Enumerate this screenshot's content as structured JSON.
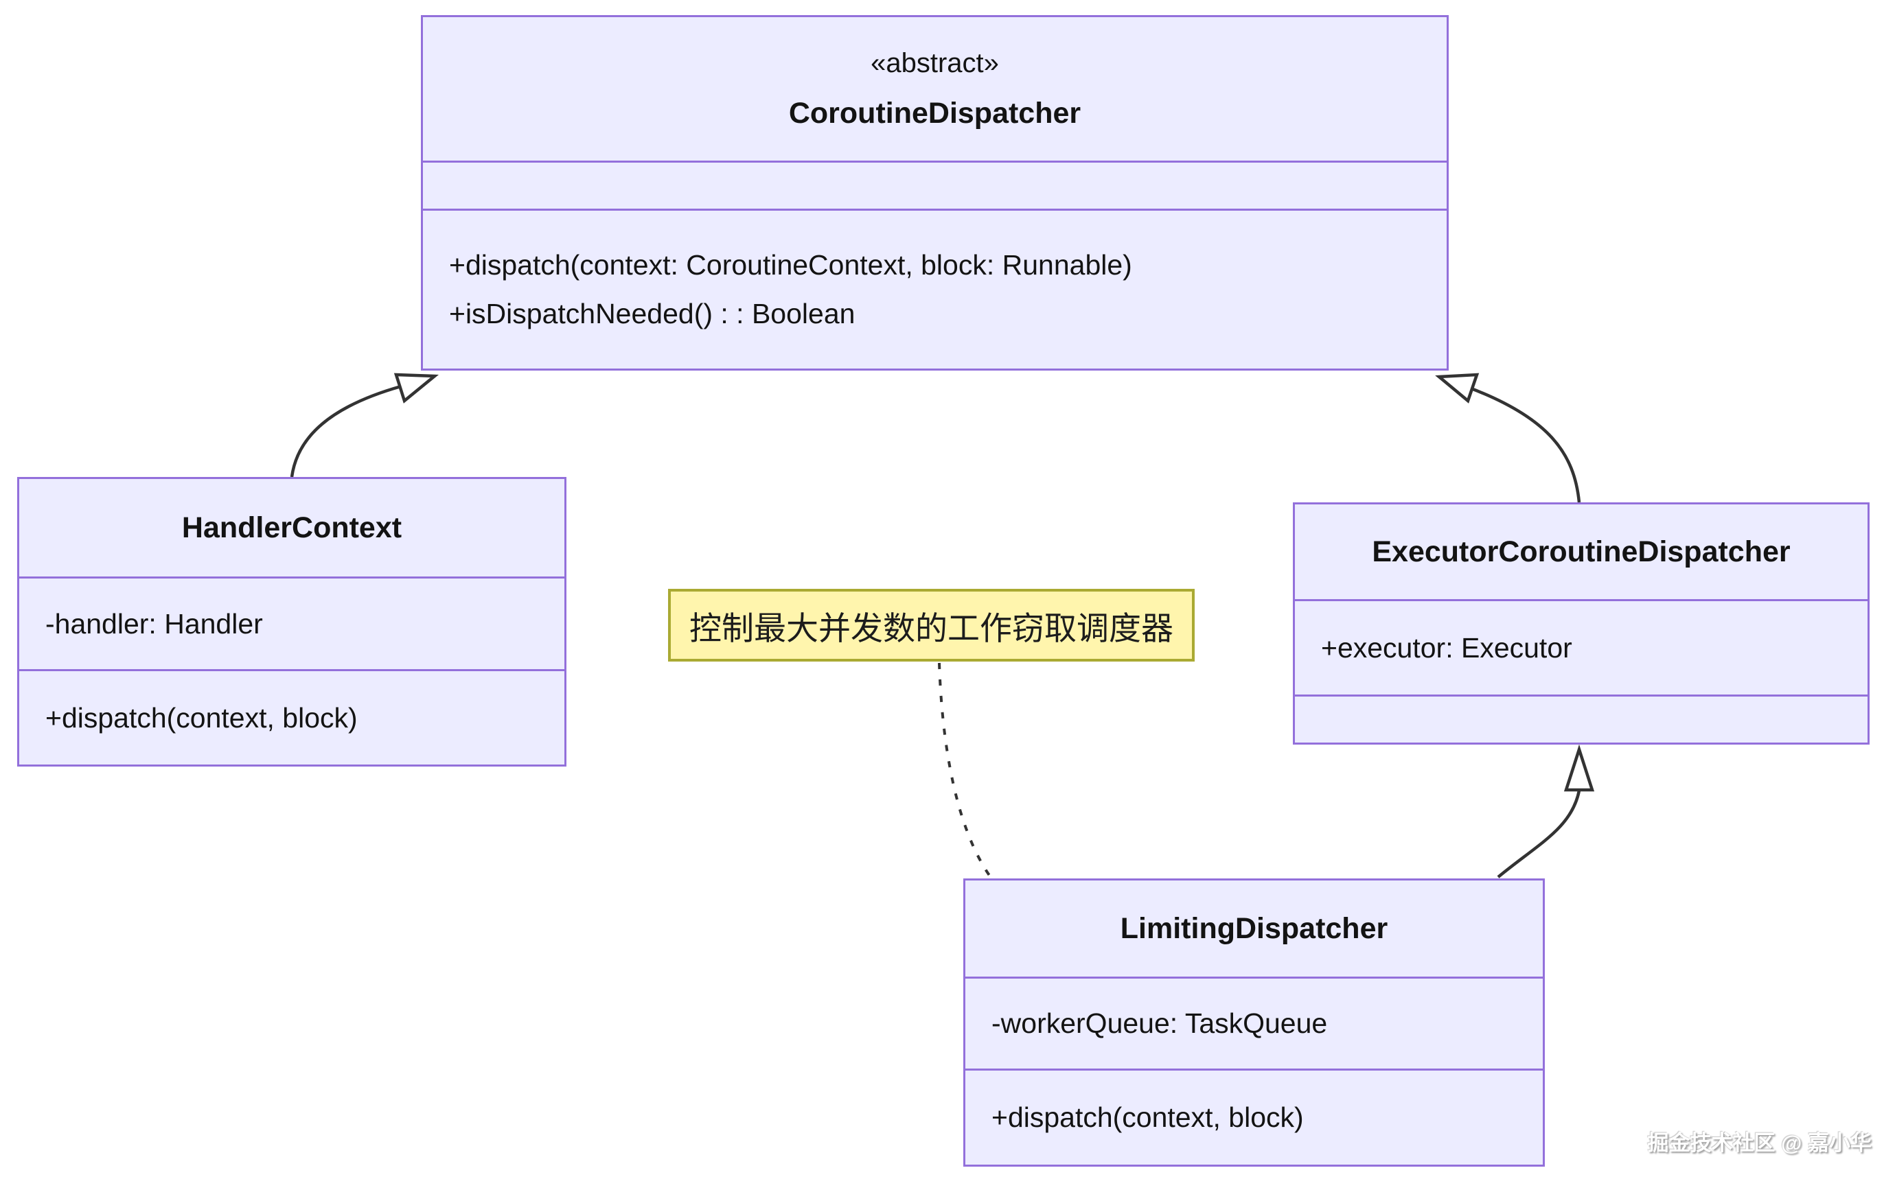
{
  "diagram": {
    "type": "uml-class-diagram",
    "classes": {
      "coroutine_dispatcher": {
        "stereotype": "«abstract»",
        "name": "CoroutineDispatcher",
        "attributes": [],
        "methods": [
          "+dispatch(context: CoroutineContext, block: Runnable)",
          "+isDispatchNeeded() : : Boolean"
        ]
      },
      "handler_context": {
        "name": "HandlerContext",
        "attributes": [
          "-handler: Handler"
        ],
        "methods": [
          "+dispatch(context, block)"
        ]
      },
      "executor_coroutine_dispatcher": {
        "name": "ExecutorCoroutineDispatcher",
        "attributes": [
          "+executor: Executor"
        ],
        "methods": []
      },
      "limiting_dispatcher": {
        "name": "LimitingDispatcher",
        "attributes": [
          "-workerQueue: TaskQueue"
        ],
        "methods": [
          "+dispatch(context, block)"
        ]
      }
    },
    "note": {
      "text": "控制最大并发数的工作窃取调度器",
      "attached_to": "LimitingDispatcher"
    },
    "relationships": [
      {
        "from": "HandlerContext",
        "to": "CoroutineDispatcher",
        "type": "extension"
      },
      {
        "from": "ExecutorCoroutineDispatcher",
        "to": "CoroutineDispatcher",
        "type": "extension"
      },
      {
        "from": "LimitingDispatcher",
        "to": "ExecutorCoroutineDispatcher",
        "type": "extension"
      },
      {
        "from": "note",
        "to": "LimitingDispatcher",
        "type": "dashed-link"
      }
    ],
    "colors": {
      "class_fill": "#ECECFF",
      "class_border": "#9370DB",
      "note_fill": "#fff5ad",
      "note_border": "#aaaa33",
      "edge": "#333333",
      "background": "#ffffff"
    }
  },
  "watermark": {
    "text": "掘金技术社区 @ 嘉小华"
  }
}
